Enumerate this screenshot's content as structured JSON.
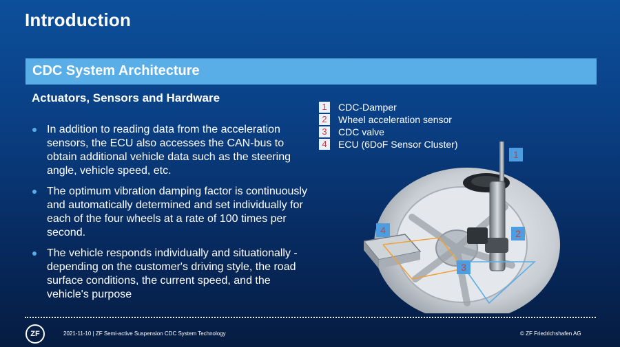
{
  "header": {
    "title": "Introduction"
  },
  "section": {
    "title": "CDC System Architecture"
  },
  "content": {
    "subheading": "Actuators, Sensors and Hardware",
    "bullets": [
      "In addition to reading data from the acceleration sensors, the ECU also accesses the CAN-bus to obtain additional vehicle data such as the steering angle, vehicle speed, etc.",
      "The optimum vibration damping factor is continuously and automatically determined and set individually for each of the four wheels at a rate of 100 times per second.",
      "The vehicle responds individually and situationally - depending on the customer's driving style, the road surface conditions, the current speed, and the vehicle's purpose"
    ]
  },
  "legend": {
    "items": [
      {
        "num": "1",
        "label": "CDC-Damper"
      },
      {
        "num": "2",
        "label": "Wheel acceleration sensor"
      },
      {
        "num": "3",
        "label": "CDC valve"
      },
      {
        "num": "4",
        "label": "ECU (6DoF Sensor Cluster)"
      }
    ]
  },
  "figure": {
    "callouts": [
      "1",
      "2",
      "3",
      "4"
    ]
  },
  "footer": {
    "logo": "ZF",
    "left": "2021-11-10 | ZF Semi-active Suspension CDC System Technology",
    "right": "© ZF Friedrichshafen AG"
  },
  "colors": {
    "background_top": "#0c4f9b",
    "background_bottom": "#061c41",
    "section_bar": "#5aaee8",
    "callout_box": "#4d9ee0",
    "callout_number": "#d23a3a",
    "outline_orange": "#f0a23a"
  }
}
